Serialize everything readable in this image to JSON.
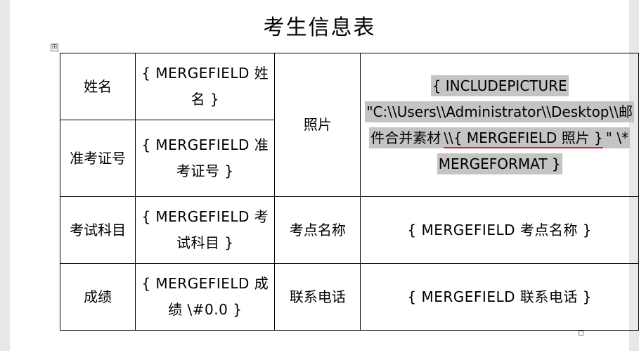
{
  "document": {
    "title": "考生信息表",
    "table_move_handle_glyph": "⊞",
    "rows": [
      {
        "label1": "姓名",
        "value1": "{ MERGEFIELD 姓名 }",
        "label2": "照片",
        "value2_parts": [
          "{ INCLUDEPICTURE \"C:\\\\Users\\\\Administrator\\\\Desktop\\\\邮件合并素材",
          "\\\\{ MERGEFIELD 照片 }",
          "\" \\* MERGEFORMAT }"
        ]
      },
      {
        "label1": "准考证号",
        "value1": "{ MERGEFIELD 准考证号 }"
      },
      {
        "label1": "考试科目",
        "value1": "{ MERGEFIELD 考试科目 }",
        "label2": "考点名称",
        "value2": "{ MERGEFIELD 考点名称 }"
      },
      {
        "label1": "成绩",
        "value1": "{ MERGEFIELD 成绩 \\#0.0 }",
        "label2": "联系电话",
        "value2": "{ MERGEFIELD 联系电话 }"
      }
    ]
  },
  "colors": {
    "field_shading": "#c4c4c4",
    "annotation_underline": "#e02020",
    "border": "#000000"
  }
}
